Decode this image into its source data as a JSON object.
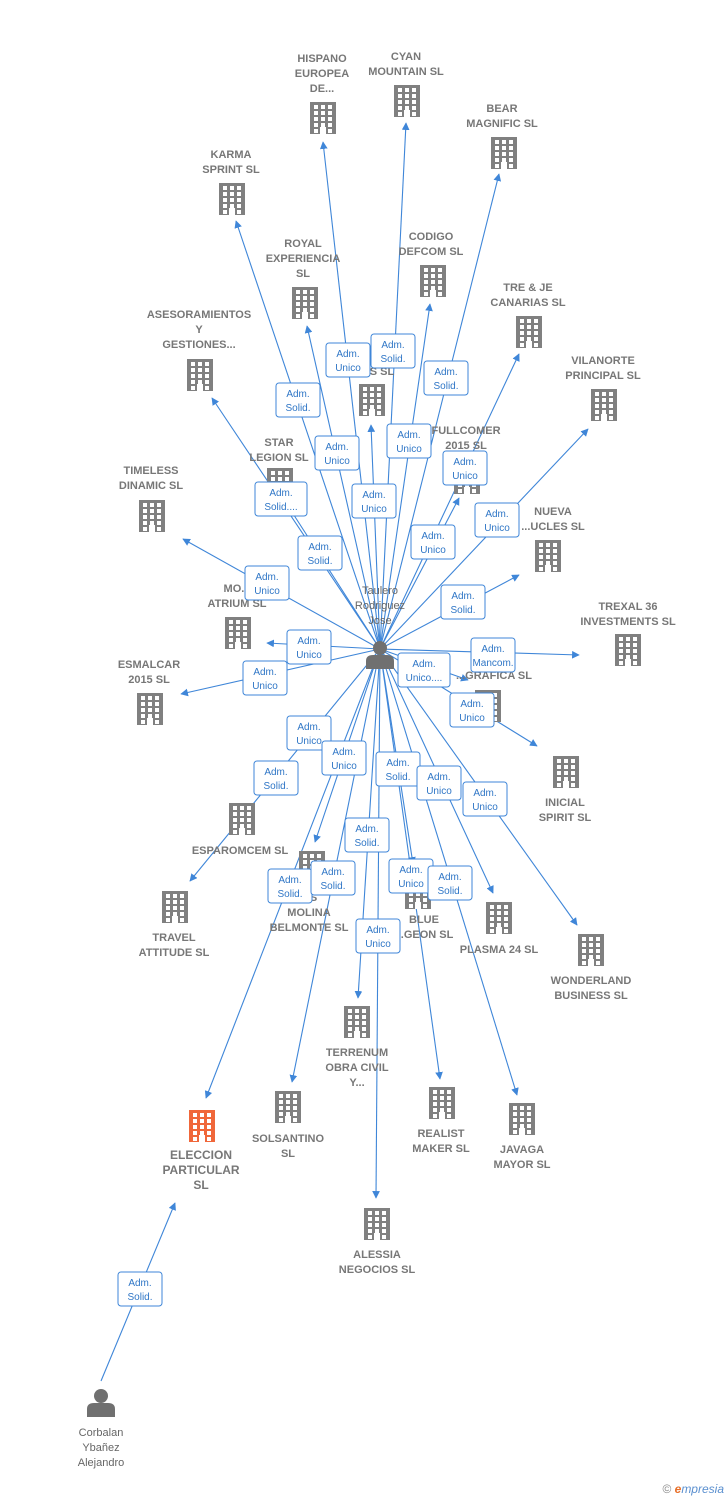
{
  "colors": {
    "edge": "#3f86d8",
    "company": "#808080",
    "company_highlight": "#f0673a",
    "person": "#707070"
  },
  "people": [
    {
      "id": "p1",
      "name_lines": [
        "Taulero",
        "Rodriguez",
        "Jose"
      ]
    },
    {
      "id": "p2",
      "name_lines": [
        "Corbalan",
        "Ybañez",
        "Alejandro"
      ]
    }
  ],
  "companies": [
    {
      "id": "c_hispano",
      "lines": [
        "HISPANO",
        "EUROPEA",
        "DE..."
      ]
    },
    {
      "id": "c_cyan",
      "lines": [
        "CYAN",
        "MOUNTAIN  SL"
      ]
    },
    {
      "id": "c_bear",
      "lines": [
        "BEAR",
        "MAGNIFIC  SL"
      ]
    },
    {
      "id": "c_karma",
      "lines": [
        "KARMA",
        "SPRINT  SL"
      ]
    },
    {
      "id": "c_royal",
      "lines": [
        "ROYAL",
        "EXPERIENCIA",
        "SL"
      ]
    },
    {
      "id": "c_codigo",
      "lines": [
        "CODIGO",
        "DEFCOM  SL"
      ]
    },
    {
      "id": "c_trejecanarias",
      "lines": [
        "TRE & JE",
        "CANARIAS  SL"
      ]
    },
    {
      "id": "c_asesoramientos",
      "lines": [
        "ASESORAMIENTOS",
        "Y",
        "GESTIONES..."
      ]
    },
    {
      "id": "c_vilanorte",
      "lines": [
        "VILANORTE",
        "PRINCIPAL  SL"
      ]
    },
    {
      "id": "c_hidden_s",
      "lines": [
        "S  SL"
      ]
    },
    {
      "id": "c_fullcomer",
      "lines": [
        "FULLCOMER",
        "2015  SL"
      ]
    },
    {
      "id": "c_starlegion",
      "lines": [
        "STAR",
        "LEGION  SL"
      ]
    },
    {
      "id": "c_timeless",
      "lines": [
        "TIMELESS",
        "DINAMIC  SL"
      ]
    },
    {
      "id": "c_nueva",
      "lines": [
        "NUEVA",
        "...UCLES  SL"
      ]
    },
    {
      "id": "c_atrium",
      "lines": [
        "MO...",
        "ATRIUM  SL"
      ]
    },
    {
      "id": "c_trexal",
      "lines": [
        "TREXAL 36",
        "INVESTMENTS SL"
      ]
    },
    {
      "id": "c_esmalcar",
      "lines": [
        "ESMALCAR",
        "2015  SL"
      ]
    },
    {
      "id": "c_grafica",
      "lines": [
        "...OM...N",
        "...GRAFICA  SL"
      ]
    },
    {
      "id": "c_inicial",
      "lines": [
        "INICIAL",
        "SPIRIT  SL"
      ]
    },
    {
      "id": "c_esparomcem",
      "lines": [
        "ESPAROMCEM SL"
      ]
    },
    {
      "id": "c_molina",
      "lines": [
        "...S",
        "MOLINA",
        "BELMONTE  SL"
      ]
    },
    {
      "id": "c_travel",
      "lines": [
        "TRAVEL",
        "ATTITUDE  SL"
      ]
    },
    {
      "id": "c_bluegeon",
      "lines": [
        "BLUE",
        "...GEON  SL"
      ]
    },
    {
      "id": "c_plasma",
      "lines": [
        "PLASMA 24 SL"
      ]
    },
    {
      "id": "c_wonderland",
      "lines": [
        "WONDERLAND",
        "BUSINESS  SL"
      ]
    },
    {
      "id": "c_terrenum",
      "lines": [
        "TERRENUM",
        "OBRA CIVIL",
        "Y..."
      ]
    },
    {
      "id": "c_eleccion",
      "lines": [
        "ELECCION",
        "PARTICULAR",
        "SL"
      ]
    },
    {
      "id": "c_solsantino",
      "lines": [
        "SOLSANTINO",
        "SL"
      ]
    },
    {
      "id": "c_realist",
      "lines": [
        "REALIST",
        "MAKER  SL"
      ]
    },
    {
      "id": "c_javaga",
      "lines": [
        "JAVAGA",
        "MAYOR  SL"
      ]
    },
    {
      "id": "c_alessia",
      "lines": [
        "ALESSIA",
        "NEGOCIOS  SL"
      ]
    }
  ],
  "relations": [
    {
      "lines": [
        "Adm.",
        "Unico"
      ]
    },
    {
      "lines": [
        "Adm.",
        "Solid."
      ]
    },
    {
      "lines": [
        "Adm.",
        "Solid."
      ]
    },
    {
      "lines": [
        "Adm.",
        "Solid."
      ]
    },
    {
      "lines": [
        "Adm.",
        "Unico"
      ]
    },
    {
      "lines": [
        "Adm.",
        "Unico"
      ]
    },
    {
      "lines": [
        "Adm.",
        "Unico"
      ]
    },
    {
      "lines": [
        "Adm.",
        "Solid...."
      ]
    },
    {
      "lines": [
        "Adm.",
        "Unico"
      ]
    },
    {
      "lines": [
        "Adm.",
        "Solid."
      ]
    },
    {
      "lines": [
        "Adm.",
        "Unico"
      ]
    },
    {
      "lines": [
        "Adm.",
        "Unico"
      ]
    },
    {
      "lines": [
        "Adm.",
        "Unico"
      ]
    },
    {
      "lines": [
        "Adm.",
        "Solid."
      ]
    },
    {
      "lines": [
        "Adm.",
        "Unico"
      ]
    },
    {
      "lines": [
        "Adm.",
        "Unico"
      ]
    },
    {
      "lines": [
        "Adm.",
        "Mancom."
      ]
    },
    {
      "lines": [
        "Adm.",
        "Unico...."
      ]
    },
    {
      "lines": [
        "Adm.",
        "Unico"
      ]
    },
    {
      "lines": [
        "Adm.",
        "Unico"
      ]
    },
    {
      "lines": [
        "Adm.",
        "Solid."
      ]
    },
    {
      "lines": [
        "Adm.",
        "Unico"
      ]
    },
    {
      "lines": [
        "Adm.",
        "Solid."
      ]
    },
    {
      "lines": [
        "Adm.",
        "Unico"
      ]
    },
    {
      "lines": [
        "Adm.",
        "Unico"
      ]
    },
    {
      "lines": [
        "Adm.",
        "Solid."
      ]
    },
    {
      "lines": [
        "Adm.",
        "Solid."
      ]
    },
    {
      "lines": [
        "Adm.",
        "Solid."
      ]
    },
    {
      "lines": [
        "Adm.",
        "Unico"
      ]
    },
    {
      "lines": [
        "Adm.",
        "Solid."
      ]
    },
    {
      "lines": [
        "Adm.",
        "Unico"
      ]
    },
    {
      "lines": [
        "Adm.",
        "Solid."
      ]
    }
  ],
  "footer": {
    "copyright": "©",
    "brand_e": "e",
    "brand_rest": "mpresia"
  }
}
